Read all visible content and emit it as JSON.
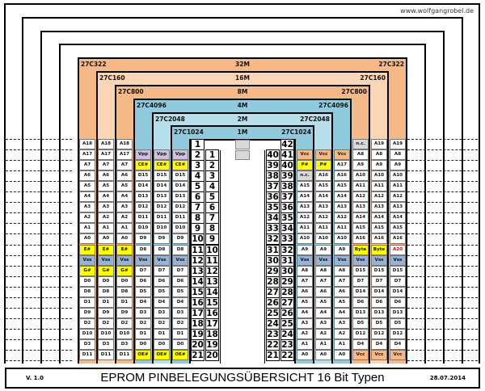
{
  "header": {
    "url": "www.wolfgangrobel.de"
  },
  "bands": [
    {
      "name": "27C322",
      "size": "32M",
      "color": "#f5b987"
    },
    {
      "name": "27C160",
      "size": "16M",
      "color": "#fad5b6"
    },
    {
      "name": "27C800",
      "size": "8M",
      "color": "#f5b987"
    },
    {
      "name": "27C4096",
      "size": "4M",
      "color": "#8fcadd"
    },
    {
      "name": "27C2048",
      "size": "2M",
      "color": "#b7dfeb"
    },
    {
      "name": "27C1024",
      "size": "1M",
      "color": "#8fcadd"
    }
  ],
  "left_columns": [
    "27C322",
    "27C160",
    "27C800",
    "27C4096",
    "27C2048",
    "27C1024"
  ],
  "right_columns": [
    "27C1024",
    "27C2048",
    "27C4096",
    "27C800",
    "27C160",
    "27C322"
  ],
  "left_pins": {
    "outer_numbers": [
      "1",
      "2",
      "3",
      "4",
      "5",
      "6",
      "7",
      "8",
      "9",
      "10",
      "11",
      "12",
      "13",
      "14",
      "15",
      "16",
      "17",
      "18",
      "19",
      "20",
      "21"
    ],
    "inner_numbers": [
      "",
      "1",
      "2",
      "3",
      "4",
      "5",
      "6",
      "7",
      "8",
      "9",
      "10",
      "11",
      "12",
      "13",
      "14",
      "15",
      "16",
      "17",
      "18",
      "19",
      "20"
    ],
    "rows": [
      [
        "A18",
        "A18",
        "A18",
        "",
        "",
        ""
      ],
      [
        "A17",
        "A17",
        "A17",
        "Vpp",
        "Vpp",
        "Vpp"
      ],
      [
        "A7",
        "A7",
        "A7",
        "CE#",
        "CE#",
        "CE#"
      ],
      [
        "A6",
        "A6",
        "A6",
        "D15",
        "D15",
        "D15"
      ],
      [
        "A5",
        "A5",
        "A5",
        "D14",
        "D14",
        "D14"
      ],
      [
        "A4",
        "A4",
        "A4",
        "D13",
        "D13",
        "D13"
      ],
      [
        "A3",
        "A3",
        "A3",
        "D12",
        "D12",
        "D12"
      ],
      [
        "A2",
        "A2",
        "A2",
        "D11",
        "D11",
        "D11"
      ],
      [
        "A1",
        "A1",
        "A1",
        "D10",
        "D10",
        "D10"
      ],
      [
        "A0",
        "A0",
        "A0",
        "D9",
        "D9",
        "D9"
      ],
      [
        "E#",
        "E#",
        "E#",
        "D8",
        "D8",
        "D8"
      ],
      [
        "Vss",
        "Vss",
        "Vss",
        "Vss",
        "Vss",
        "Vss"
      ],
      [
        "G#",
        "G#",
        "G#",
        "D7",
        "D7",
        "D7"
      ],
      [
        "D0",
        "D0",
        "D0",
        "D6",
        "D6",
        "D6"
      ],
      [
        "D8",
        "D8",
        "D8",
        "D5",
        "D5",
        "D5"
      ],
      [
        "D1",
        "D1",
        "D1",
        "D4",
        "D4",
        "D4"
      ],
      [
        "D9",
        "D9",
        "D9",
        "D3",
        "D3",
        "D3"
      ],
      [
        "D2",
        "D2",
        "D2",
        "D2",
        "D2",
        "D2"
      ],
      [
        "D10",
        "D10",
        "D10",
        "D1",
        "D1",
        "D1"
      ],
      [
        "D3",
        "D3",
        "D3",
        "D0",
        "D0",
        "D0"
      ],
      [
        "D11",
        "D11",
        "D11",
        "OE#",
        "OE#",
        "OE#"
      ]
    ]
  },
  "right_pins": {
    "inner_numbers": [
      "",
      "40",
      "39",
      "38",
      "37",
      "36",
      "35",
      "34",
      "33",
      "32",
      "31",
      "30",
      "29",
      "28",
      "27",
      "26",
      "25",
      "24",
      "23",
      "22",
      "21"
    ],
    "outer_numbers": [
      "42",
      "41",
      "40",
      "39",
      "38",
      "37",
      "36",
      "35",
      "34",
      "33",
      "32",
      "31",
      "30",
      "29",
      "28",
      "27",
      "26",
      "25",
      "24",
      "23",
      "22"
    ],
    "rows": [
      [
        "",
        "",
        "",
        "n.c.",
        "A19",
        "A19"
      ],
      [
        "Vcc",
        "Vcc",
        "Vcc",
        "A8",
        "A8",
        "A8"
      ],
      [
        "P#",
        "P#",
        "A17",
        "A9",
        "A9",
        "A9"
      ],
      [
        "n.c.",
        "A16",
        "A16",
        "A10",
        "A10",
        "A10"
      ],
      [
        "A15",
        "A15",
        "A15",
        "A11",
        "A11",
        "A11"
      ],
      [
        "A14",
        "A14",
        "A14",
        "A12",
        "A12",
        "A12"
      ],
      [
        "A13",
        "A13",
        "A13",
        "A13",
        "A13",
        "A13"
      ],
      [
        "A12",
        "A12",
        "A12",
        "A14",
        "A14",
        "A14"
      ],
      [
        "A11",
        "A11",
        "A11",
        "A15",
        "A15",
        "A15"
      ],
      [
        "A10",
        "A10",
        "A10",
        "A16",
        "A16",
        "A16"
      ],
      [
        "A9",
        "A9",
        "A9",
        "Byte",
        "Byte",
        "A20"
      ],
      [
        "Vss",
        "Vss",
        "Vss",
        "Vss",
        "Vss",
        "Vss"
      ],
      [
        "A8",
        "A8",
        "A8",
        "D15",
        "D15",
        "D15"
      ],
      [
        "A7",
        "A7",
        "A7",
        "D7",
        "D7",
        "D7"
      ],
      [
        "A6",
        "A6",
        "A6",
        "D14",
        "D14",
        "D14"
      ],
      [
        "A5",
        "A5",
        "A5",
        "D6",
        "D6",
        "D6"
      ],
      [
        "A4",
        "A4",
        "A4",
        "D13",
        "D13",
        "D13"
      ],
      [
        "A3",
        "A3",
        "A3",
        "D5",
        "D5",
        "D5"
      ],
      [
        "A2",
        "A2",
        "A2",
        "D12",
        "D12",
        "D12"
      ],
      [
        "A1",
        "A1",
        "A1",
        "D4",
        "D4",
        "D4"
      ],
      [
        "A0",
        "A0",
        "A0",
        "Vcc",
        "Vcc",
        "Vcc"
      ]
    ]
  },
  "footer": {
    "version": "V. 1.0",
    "title": "EPROM PINBELEGUNGSÜBERSICHT 16 Bit Typen",
    "date": "28.07.2014"
  }
}
